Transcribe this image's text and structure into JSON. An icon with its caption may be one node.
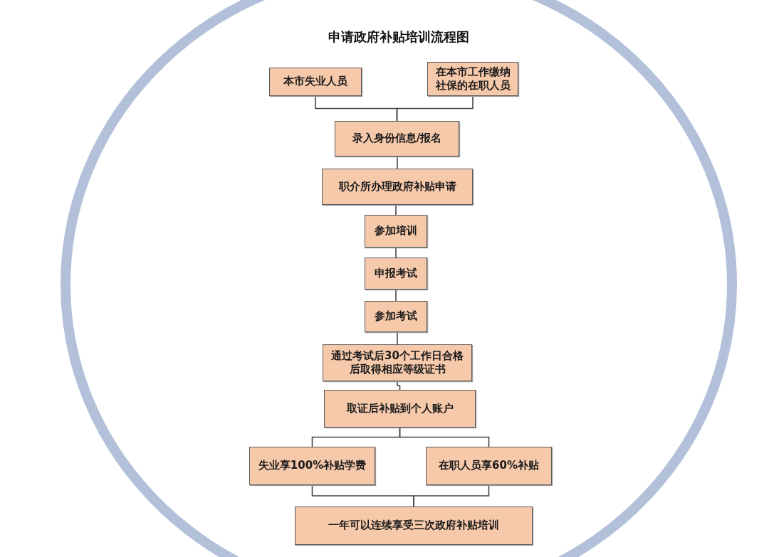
{
  "diagram": {
    "title": "申请政府补贴培训流程图",
    "nodes": [
      {
        "text": [
          "本市失业人员"
        ]
      },
      {
        "text": [
          "在本市工作缴纳社保的在职人员"
        ]
      },
      {
        "text": [
          "录入身份信息/报名"
        ]
      },
      {
        "text": [
          "职介所办理政府补贴申请"
        ]
      },
      {
        "text": [
          "参加培训"
        ]
      },
      {
        "text": [
          "申报考试"
        ]
      },
      {
        "text": [
          "参加考试"
        ]
      },
      {
        "text": [
          "通过考试后30个工作日合格后取得相应等级证书"
        ]
      },
      {
        "text": [
          "取证后补贴到个人账户"
        ]
      },
      {
        "text": [
          "失业享100%补贴学费"
        ]
      },
      {
        "text": [
          "在职人员享60%补贴"
        ]
      },
      {
        "text": [
          "一年可以连续享受三次政府补贴培训"
        ]
      }
    ],
    "edges": [
      {
        "from": 0,
        "to": 2,
        "arrow": "none"
      },
      {
        "from": 1,
        "to": 2,
        "arrow": "none"
      },
      {
        "from": 2,
        "to": 3,
        "arrow": "none"
      },
      {
        "from": 3,
        "to": 4,
        "arrow": "none"
      },
      {
        "from": 4,
        "to": 5,
        "arrow": "none"
      },
      {
        "from": 5,
        "to": 6,
        "arrow": "none"
      },
      {
        "from": 6,
        "to": 7,
        "arrow": "none"
      },
      {
        "from": 7,
        "to": 8,
        "arrow": "none"
      },
      {
        "from": 8,
        "to": 9,
        "arrow": "none"
      },
      {
        "from": 8,
        "to": 10,
        "arrow": "none"
      },
      {
        "from": 9,
        "to": 11,
        "arrow": "none"
      },
      {
        "from": 10,
        "to": 11,
        "arrow": "none"
      }
    ]
  }
}
